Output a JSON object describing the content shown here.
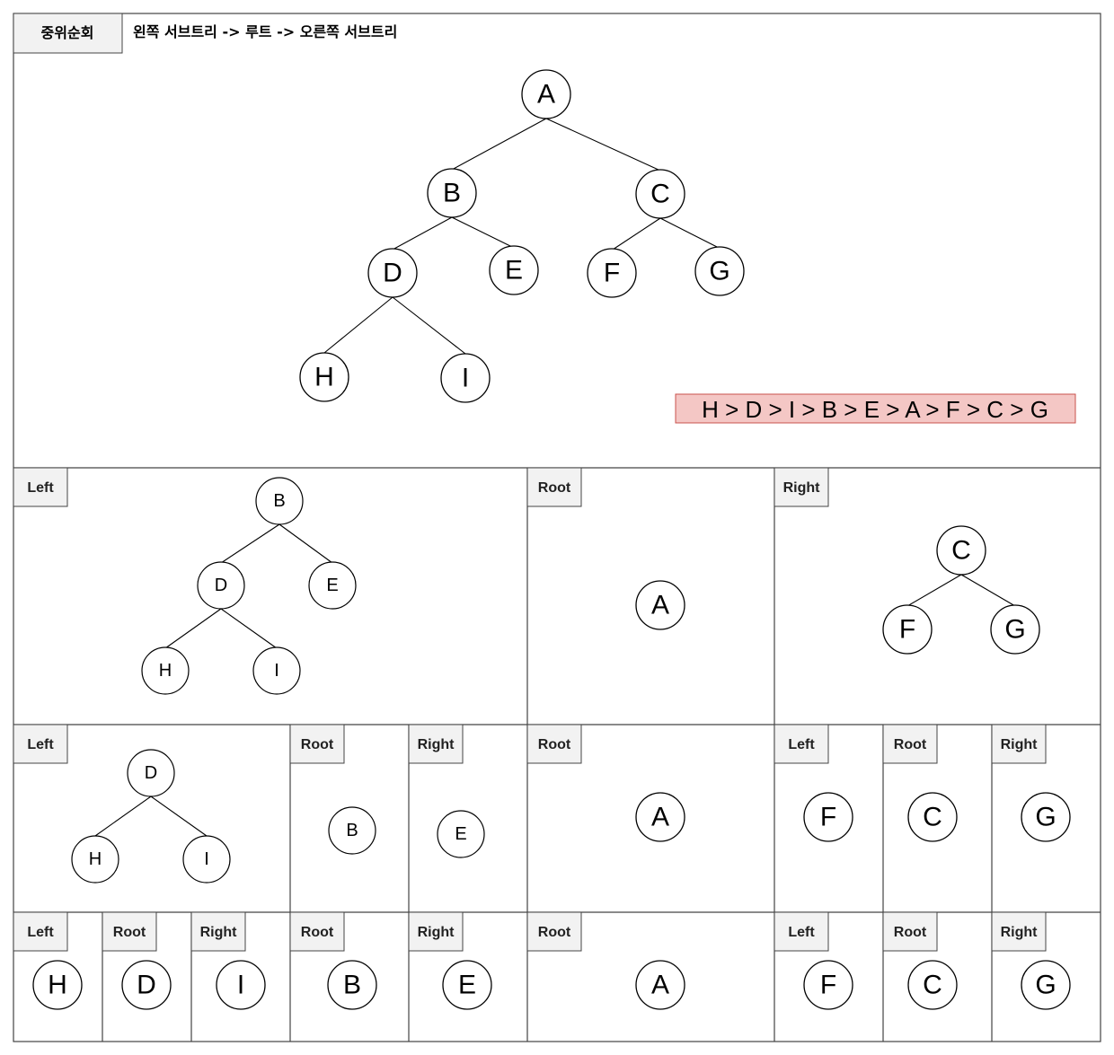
{
  "header": {
    "tab_label": "중위순회",
    "description": "왼쪽 서브트리 -> 루트 -> 오른쪽 서브트리"
  },
  "main_tree": {
    "nodes": [
      "A",
      "B",
      "C",
      "D",
      "E",
      "F",
      "G",
      "H",
      "I"
    ],
    "edges": [
      [
        "A",
        "B"
      ],
      [
        "A",
        "C"
      ],
      [
        "B",
        "D"
      ],
      [
        "B",
        "E"
      ],
      [
        "C",
        "F"
      ],
      [
        "C",
        "G"
      ],
      [
        "D",
        "H"
      ],
      [
        "D",
        "I"
      ]
    ]
  },
  "result": {
    "text": "H > D > I > B > E > A > F > C > G",
    "fill_color": "#f4c7c5",
    "border_color": "#c9504c"
  },
  "labels": {
    "left": "Left",
    "root": "Root",
    "right": "Right"
  },
  "level1": {
    "left_nodes": [
      "B",
      "D",
      "E",
      "H",
      "I"
    ],
    "root_node": "A",
    "right_nodes": [
      "C",
      "F",
      "G"
    ]
  },
  "level2": {
    "left_subtree_nodes": [
      "D",
      "H",
      "I"
    ],
    "root_b": "B",
    "right_e": "E",
    "root_a": "A",
    "left_f": "F",
    "root_c": "C",
    "right_g": "G"
  },
  "level3": {
    "left_h": "H",
    "root_d": "D",
    "right_i": "I",
    "root_b": "B",
    "right_e": "E",
    "root_a": "A",
    "left_f": "F",
    "root_c": "C",
    "right_g": "G"
  },
  "colors": {
    "tag_fill": "#f2f2f2",
    "border": "#444444",
    "node_stroke": "#000000"
  }
}
